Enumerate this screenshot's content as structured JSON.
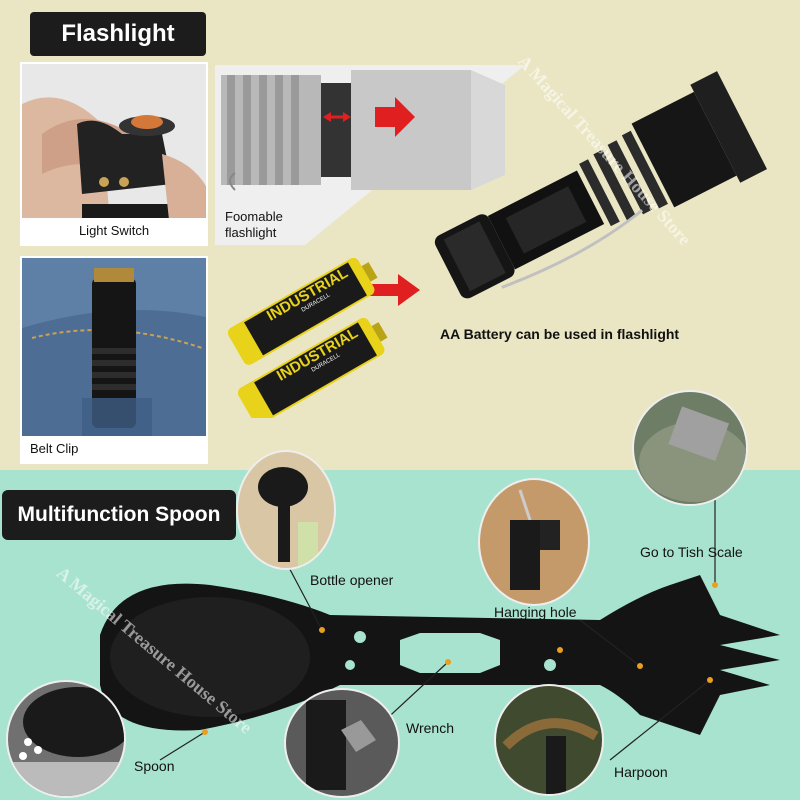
{
  "sections": {
    "flashlight_title": "Flashlight",
    "spoon_title": "Multifunction Spoon"
  },
  "flashlight": {
    "light_switch_caption": "Light Switch",
    "foamable_caption_line1": "Foomable",
    "foamable_caption_line2": "flashlight",
    "belt_clip_caption": "Belt Clip",
    "battery_caption": "AA Battery can be used in flashlight",
    "battery_brand_text": "INDUSTRIAL",
    "battery_maker": "DURACELL"
  },
  "spoon": {
    "bottle_opener": "Bottle opener",
    "hanging_hole": "Hanging hole",
    "fish_scale": "Go to Tish Scale",
    "wrench": "Wrench",
    "spoon": "Spoon",
    "harpoon": "Harpoon"
  },
  "watermark": "A Magical Treasure House Store",
  "colors": {
    "top_bg": "#eae6c4",
    "bottom_bg": "#a8e3cf",
    "banner_bg": "#1c1c1c",
    "arrow_red": "#e02020",
    "battery_yellow": "#e8d21a"
  }
}
